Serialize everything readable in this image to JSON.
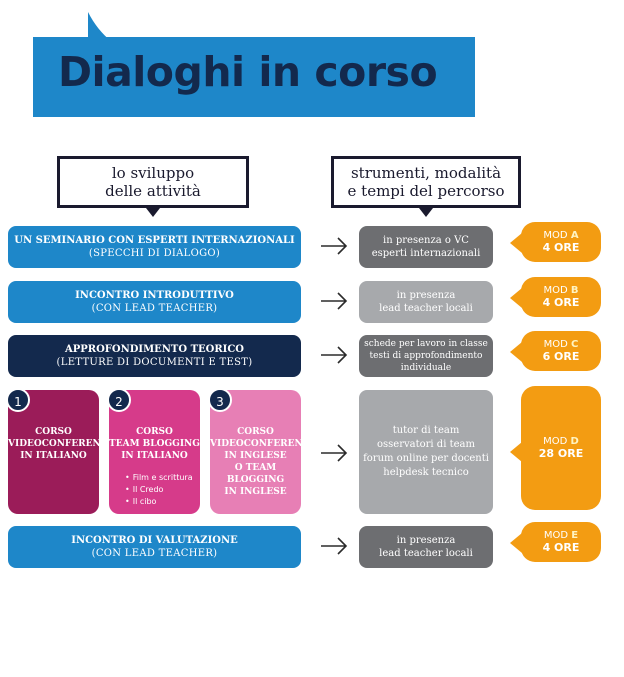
{
  "title": "Dialoghi in corso",
  "headers": {
    "left": [
      "lo sviluppo",
      "delle attività"
    ],
    "right": [
      "strumenti, modalità",
      "e tempi del percorso"
    ]
  },
  "rows": [
    {
      "activity": [
        "UN SEMINARIO CON ESPERTI INTERNAZIONALI",
        "(SPECCHI DI DIALOGO)"
      ],
      "tool": [
        "in presenza o VC",
        "esperti internazionali"
      ],
      "mod": {
        "prefix": "MOD",
        "letter": "A",
        "hours": "4 ORE"
      }
    },
    {
      "activity": [
        "INCONTRO INTRODUTTIVO",
        "(CON LEAD TEACHER)"
      ],
      "tool": [
        "in presenza",
        "lead teacher locali"
      ],
      "mod": {
        "prefix": "MOD",
        "letter": "B",
        "hours": "4 ORE"
      }
    },
    {
      "activity": [
        "APPROFONDIMENTO TEORICO",
        "(LETTURE DI DOCUMENTI E TEST)"
      ],
      "tool": [
        "schede per lavoro in classe",
        "testi di approfondimento",
        "individuale"
      ],
      "mod": {
        "prefix": "MOD",
        "letter": "C",
        "hours": "6 ORE"
      }
    },
    {
      "tool": [
        "tutor di team",
        "osservatori di team",
        "forum online per docenti",
        "helpdesk tecnico"
      ],
      "mod": {
        "prefix": "MOD",
        "letter": "D",
        "hours": "28 ORE"
      }
    },
    {
      "activity": [
        "INCONTRO DI VALUTAZIONE",
        "(CON LEAD TEACHER)"
      ],
      "tool": [
        "in presenza",
        "lead teacher locali"
      ],
      "mod": {
        "prefix": "MOD",
        "letter": "E",
        "hours": "4 ORE"
      }
    }
  ],
  "courses": [
    {
      "number": "1",
      "lines": [
        "CORSO",
        "VIDEOCONFERENZE",
        "IN ITALIANO"
      ],
      "color": "#9b1c59"
    },
    {
      "number": "2",
      "lines": [
        "CORSO",
        "TEAM BLOGGING",
        "IN ITALIANO"
      ],
      "topics": [
        "Film e scrittura",
        "Il Credo",
        "Il cibo"
      ],
      "color": "#d63b8a"
    },
    {
      "number": "3",
      "lines": [
        "CORSO",
        "VIDEOCONFERENZE",
        "IN INGLESE",
        "O TEAM BLOGGING",
        "IN INGLESE"
      ],
      "color": "#e77fb5"
    }
  ],
  "colors": {
    "brand_blue": "#1e87c9",
    "navy": "#13294d",
    "orange": "#f39c12",
    "gray_dark": "#6d6e71",
    "gray_light": "#a7a9ac"
  }
}
